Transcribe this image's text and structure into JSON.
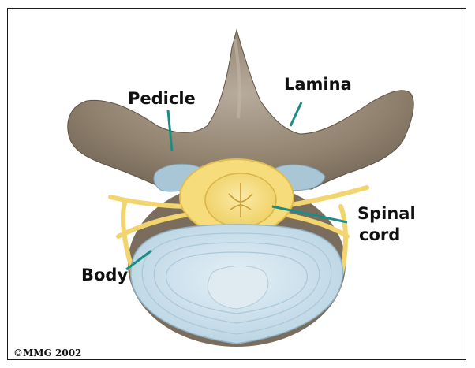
{
  "labels": {
    "pedicle": "Pedicle",
    "lamina": "Lamina",
    "spinal_line1": "Spinal",
    "spinal_line2": "cord",
    "body": "Body"
  },
  "copyright": "©MMG 2002",
  "colors": {
    "bone": "#8f8070",
    "bone_highlight": "#b4a898",
    "bone_shadow": "#6d6053",
    "nerve": "#f6dc7a",
    "nerve_dark": "#e3c04e",
    "facet": "#a9c6d6",
    "disc": "#cfe3ef",
    "disc_ring": "#9fbfd1",
    "leader": "#1c8d85"
  }
}
